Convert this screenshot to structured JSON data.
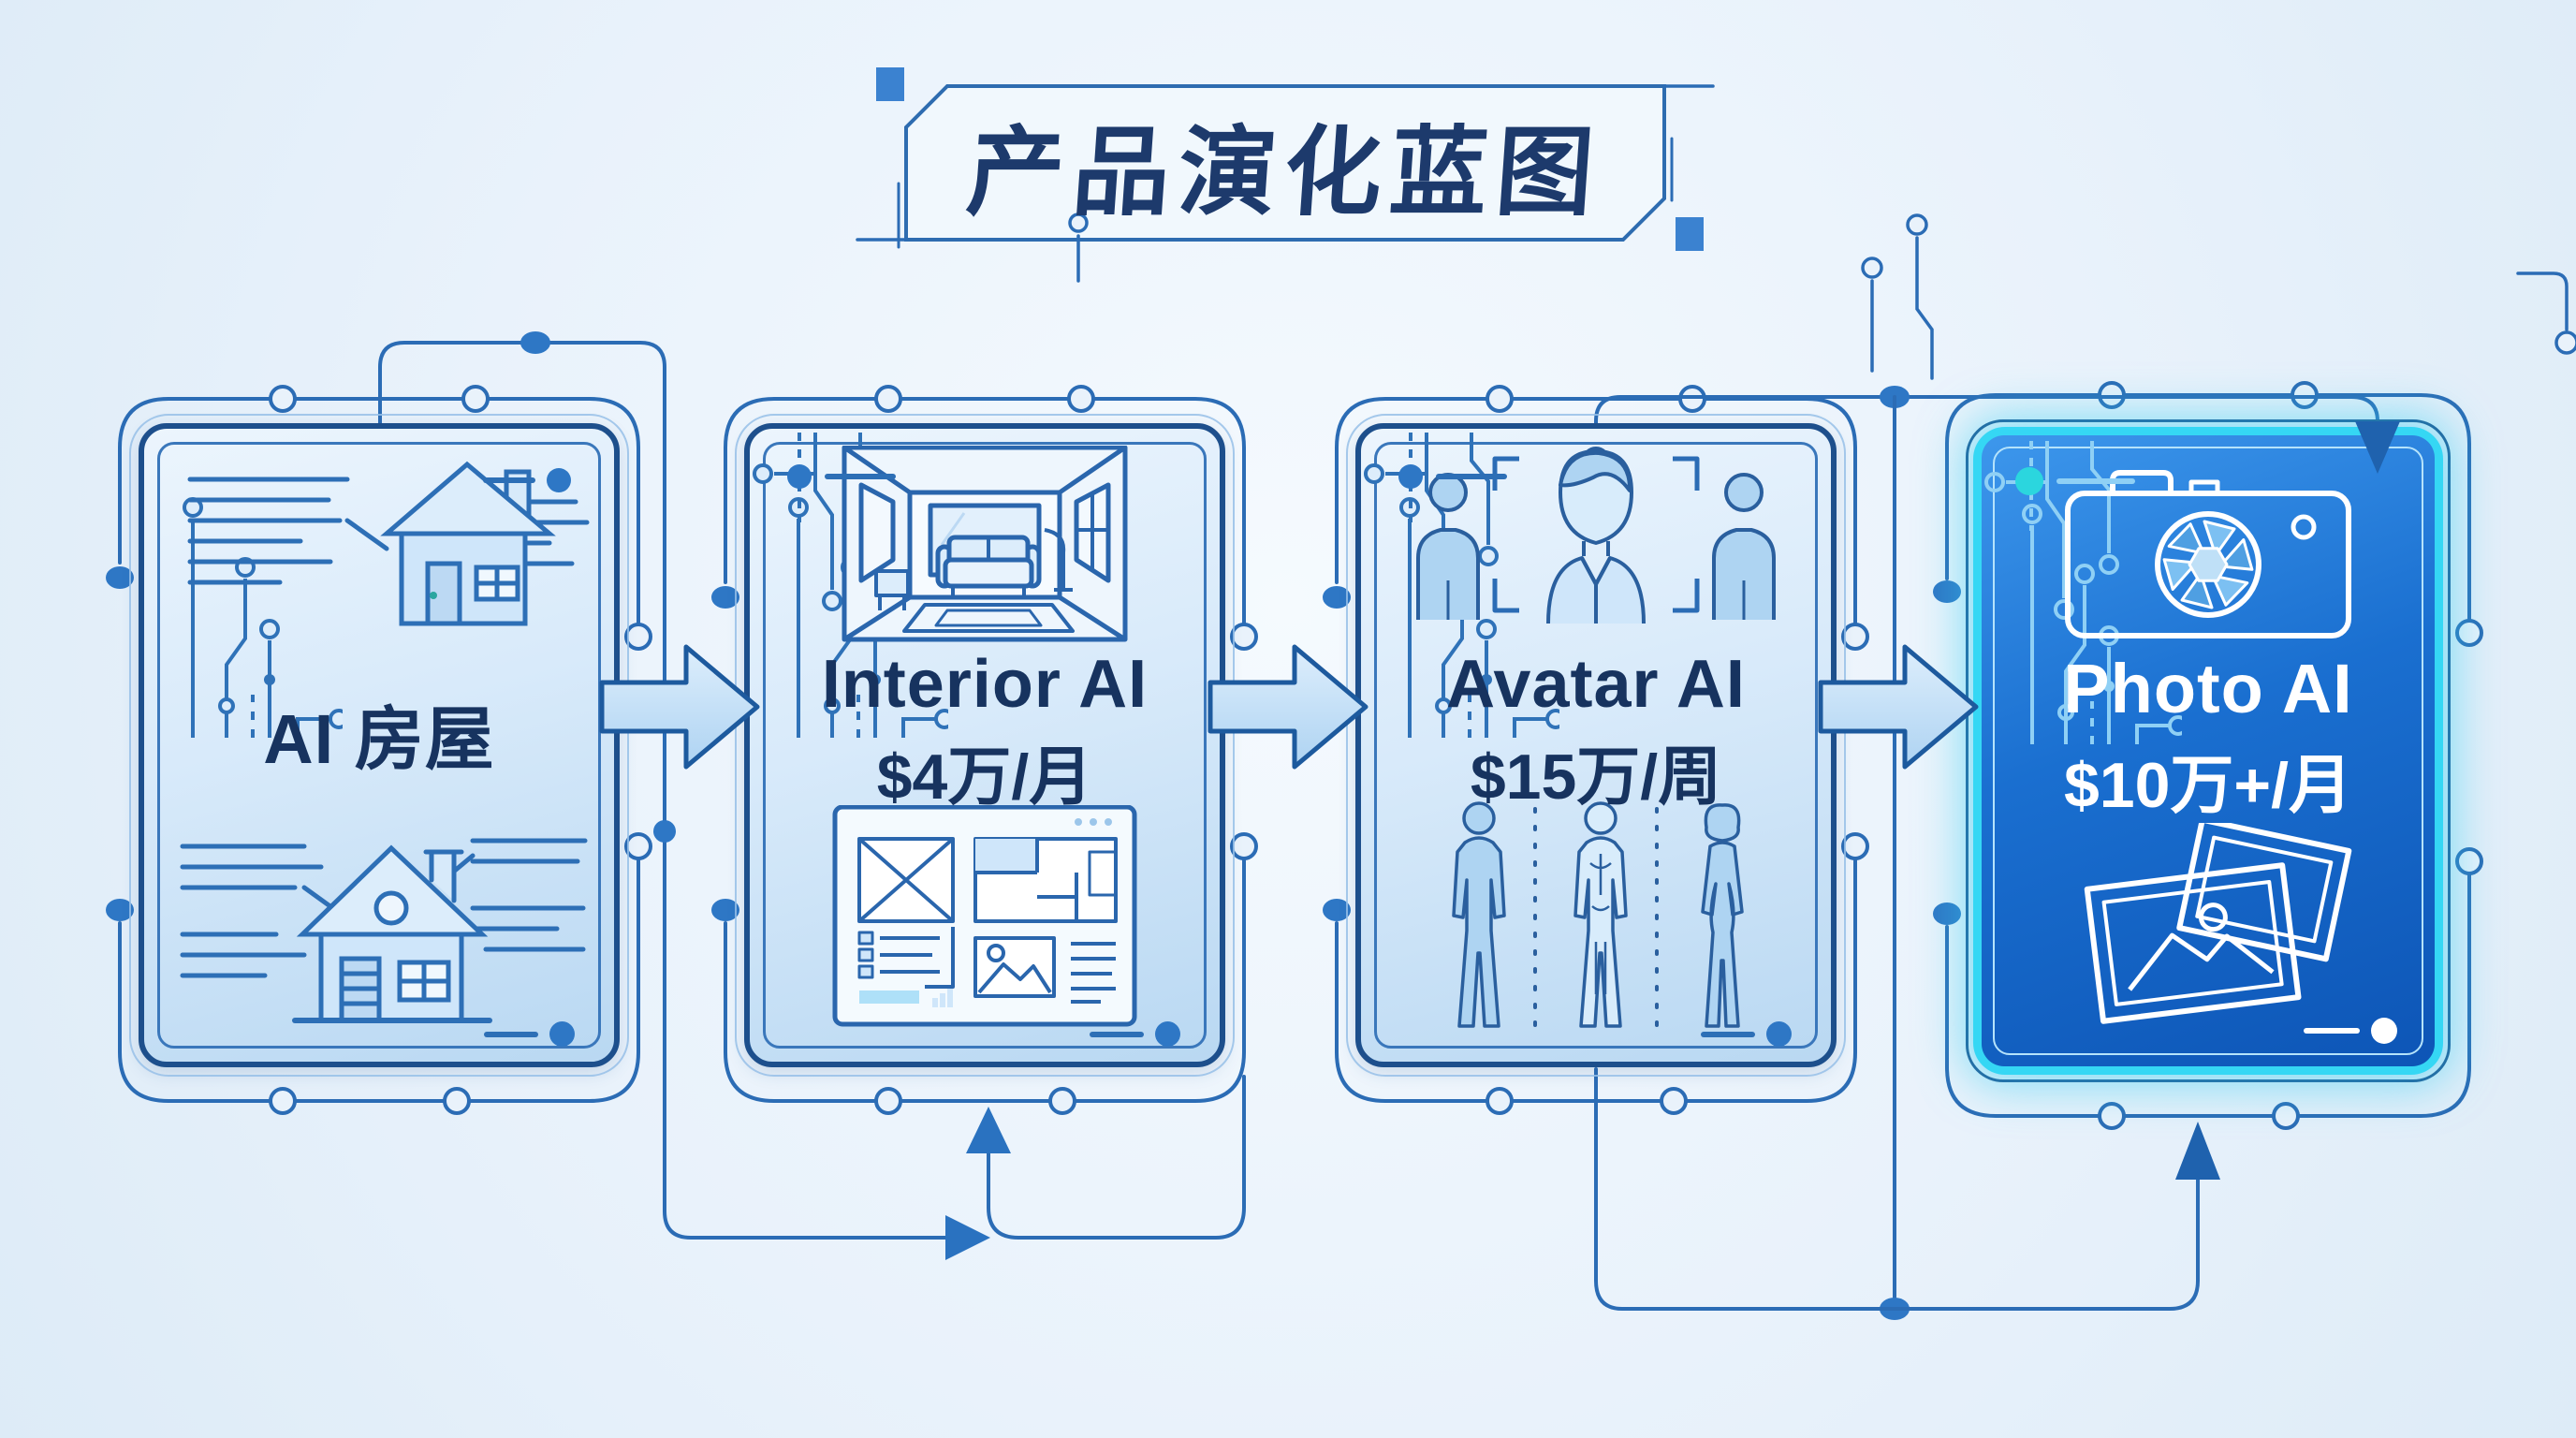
{
  "title": {
    "text": "产品演化蓝图"
  },
  "flow": {
    "cards": [
      {
        "id": "ai-house",
        "name": "AI 房屋",
        "price": "",
        "icon_top": "house-icon",
        "icon_bottom": "house-large-icon",
        "highlighted": false
      },
      {
        "id": "interior-ai",
        "name": "Interior AI",
        "price": "$4万/月",
        "icon_top": "room-interior-icon",
        "icon_bottom": "webpage-wireframe-icon",
        "highlighted": false
      },
      {
        "id": "avatar-ai",
        "name": "Avatar AI",
        "price": "$15万/周",
        "icon_top": "avatar-portrait-icon",
        "icon_bottom": "body-figures-icon",
        "highlighted": false
      },
      {
        "id": "photo-ai",
        "name": "Photo AI",
        "price": "$10万+/月",
        "icon_top": "camera-aperture-icon",
        "icon_bottom": "photo-stack-icon",
        "highlighted": true
      }
    ]
  },
  "colors": {
    "background": "#e9f2fb",
    "line": "#2b6cb5",
    "navy_text": "#1d3a6c",
    "card_border": "#1d4f8c",
    "highlight_fill": "#1668c7",
    "highlight_glow": "#35d7f4",
    "arrow_fill": "#c6e0f8",
    "arrow_stroke": "#1d5a9e"
  }
}
